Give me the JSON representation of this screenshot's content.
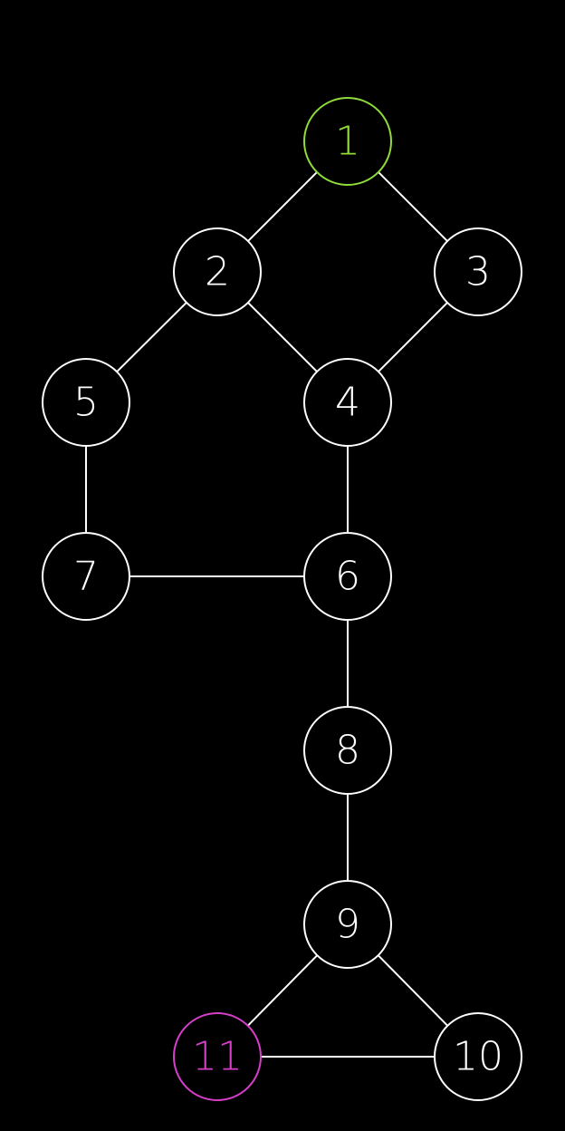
{
  "graph": {
    "default_color": "#ffffff",
    "nodes": [
      {
        "id": "1",
        "label": "1",
        "color": "#8fdc3a"
      },
      {
        "id": "2",
        "label": "2",
        "color": "#ffffff"
      },
      {
        "id": "3",
        "label": "3",
        "color": "#ffffff"
      },
      {
        "id": "4",
        "label": "4",
        "color": "#ffffff"
      },
      {
        "id": "5",
        "label": "5",
        "color": "#ffffff"
      },
      {
        "id": "6",
        "label": "6",
        "color": "#ffffff"
      },
      {
        "id": "7",
        "label": "7",
        "color": "#ffffff"
      },
      {
        "id": "8",
        "label": "8",
        "color": "#ffffff"
      },
      {
        "id": "9",
        "label": "9",
        "color": "#ffffff"
      },
      {
        "id": "10",
        "label": "10",
        "color": "#ffffff"
      },
      {
        "id": "11",
        "label": "11",
        "color": "#d63fc8"
      }
    ],
    "edges": [
      [
        "1",
        "2"
      ],
      [
        "1",
        "3"
      ],
      [
        "2",
        "5"
      ],
      [
        "2",
        "4"
      ],
      [
        "3",
        "4"
      ],
      [
        "5",
        "7"
      ],
      [
        "4",
        "6"
      ],
      [
        "7",
        "6"
      ],
      [
        "6",
        "8"
      ],
      [
        "8",
        "9"
      ],
      [
        "9",
        "11"
      ],
      [
        "9",
        "10"
      ],
      [
        "11",
        "10"
      ]
    ]
  }
}
